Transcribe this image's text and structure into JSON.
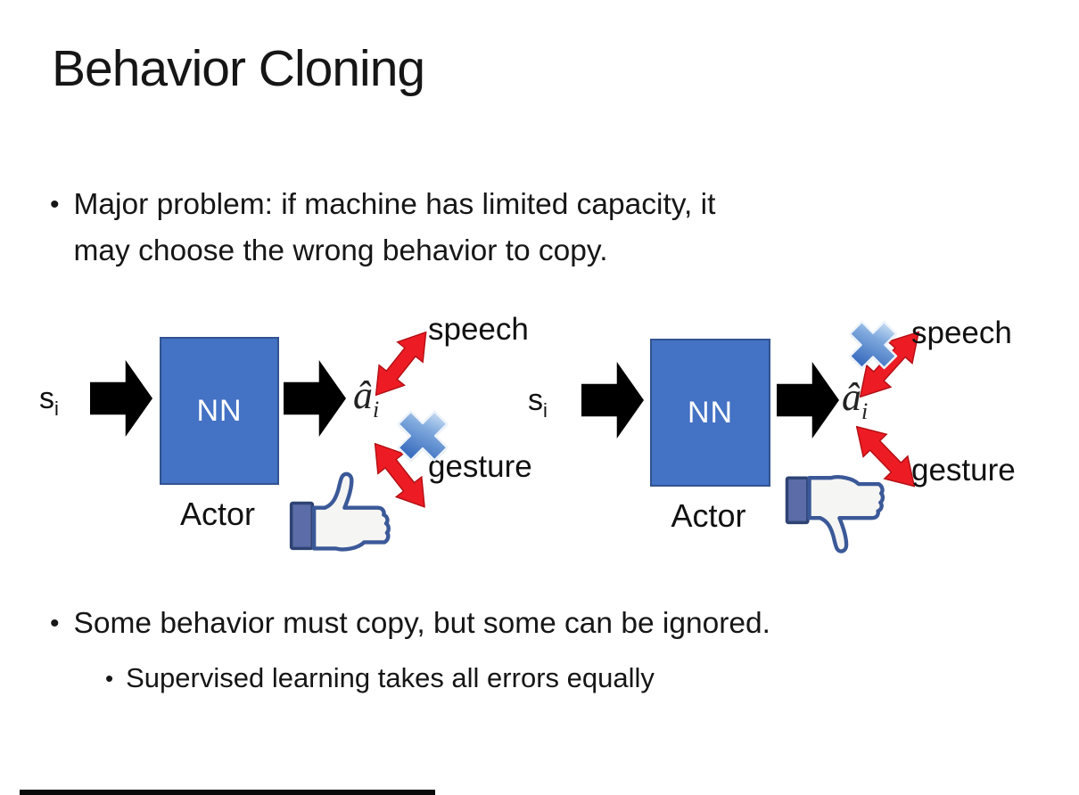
{
  "slide": {
    "title": "Behavior Cloning",
    "bullet_char": "•",
    "bullet1_lines": [
      "Major problem: if machine has limited capacity, it",
      "may choose the wrong behavior to copy."
    ],
    "bullet2": "Some behavior must copy, but some can be ignored.",
    "bullet2_sub": "Supervised learning takes all errors equally"
  },
  "diagram_left": {
    "input": "s",
    "input_sub": "i",
    "nn": "NN",
    "actor": "Actor",
    "output": "â",
    "output_sub": "i",
    "speech": "speech",
    "gesture": "gesture",
    "crossed_out": "gesture",
    "feedback_icon": "thumbs-up"
  },
  "diagram_right": {
    "input": "s",
    "input_sub": "i",
    "nn": "NN",
    "actor": "Actor",
    "output": "â",
    "output_sub": "i",
    "speech": "speech",
    "gesture": "gesture",
    "crossed_out": "speech",
    "feedback_icon": "thumbs-down"
  },
  "colors": {
    "nn_box": "#4472C4",
    "nn_box_border": "#31538F",
    "black_arrow": "#000000",
    "red_arrow": "#ED1C24",
    "cross_blue_light": "#C9DFF6",
    "cross_blue_dark": "#3D6FC0",
    "thumb_outline": "#3B5998",
    "thumb_cuff": "#5B6CA8",
    "text": "#161616"
  }
}
